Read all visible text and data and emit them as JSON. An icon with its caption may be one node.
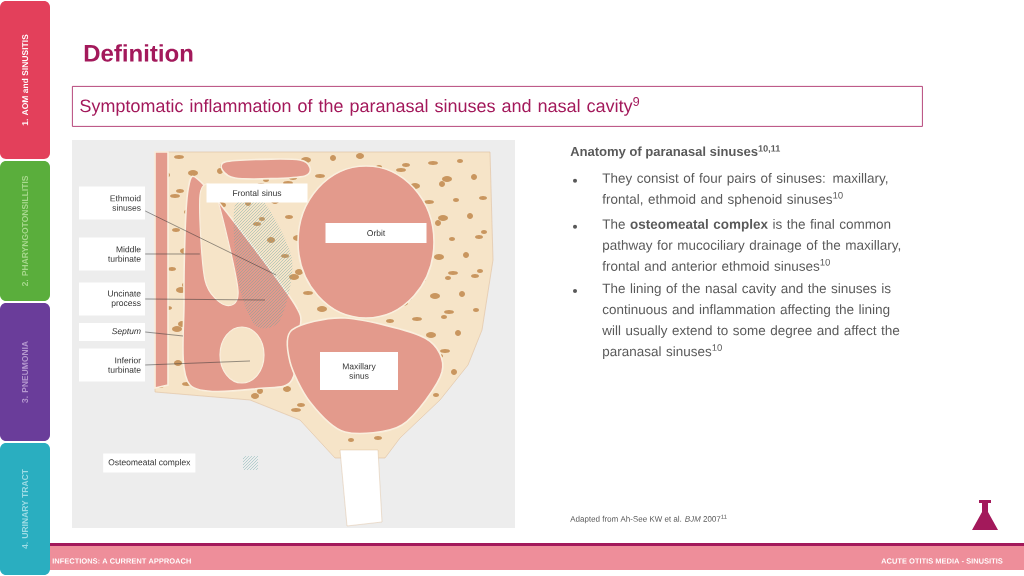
{
  "diagram": {
    "title": "Definition",
    "nodes": [
      {
        "text": [
          "Symptomatic inflammation of the paranasal sinuses and nasal cavity$^{9}$"
        ]
      },
      {
        "text": [
          "Ethmoid sinuses"
        ]
      },
      {
        "text": [
          "Frontal sinus"
        ]
      },
      {
        "text": [
          "Orbit"
        ]
      },
      {
        "text": [
          "Middle turbinate"
        ]
      },
      {
        "text": [
          "Uncinate process"
        ]
      },
      {
        "text": [
          "Septum"
        ]
      },
      {
        "text": [
          "Maxillary sinus"
        ]
      },
      {
        "text": [
          "Inferior turbinate"
        ]
      },
      {
        "text": [
          "1. AOM and SINUSITIS"
        ]
      },
      {
        "text": [
          "2. PHARYNGOTONSILLITIS"
        ]
      },
      {
        "text": [
          "3. PNEUMONIA"
        ]
      },
      {
        "text": [
          "4. URINARY TRACT"
        ]
      },
      {
        "text": [],
        "shape": "picture"
      }
    ],
    "edges": [
      {
        "from": 1,
        "to": null,
        "arrow": "none"
      },
      {
        "from": 4,
        "to": 13,
        "arrow": "none"
      },
      {
        "from": 5,
        "to": null,
        "arrow": "none"
      },
      {
        "from": 6,
        "to": null,
        "arrow": "none"
      },
      {
        "from": 8,
        "to": null,
        "arrow": "none"
      }
    ],
    "labels": [
      "Anatomy of paranasal sinuses$^{10,11}$",
      "They consist of four pairs of sinuses: maxillary, frontal, ethmoid and sphenoid sinuses$^{10}$",
      "The **osteomeatal complex** is the final common pathway for mucociliary drainage of the maxillary, frontal and anterior ethmoid sinuses$^{10}$",
      "The lining of the nasal cavity and the sinuses is continuous and inflammation affecting the lining will usually extend to some degree and affect the paranasal sinuses$^{10}$",
      "Adapted from Ah-See KW et al. *BJM* 2007$^{11}$",
      "INFECTIONS: A CURRENT APPROACH",
      "ACUTE OTITIS MEDIA - SINUSITIS"
    ],
    "legend": [
      {
        "text": "Osteomeatal complex"
      }
    ]
  }
}
